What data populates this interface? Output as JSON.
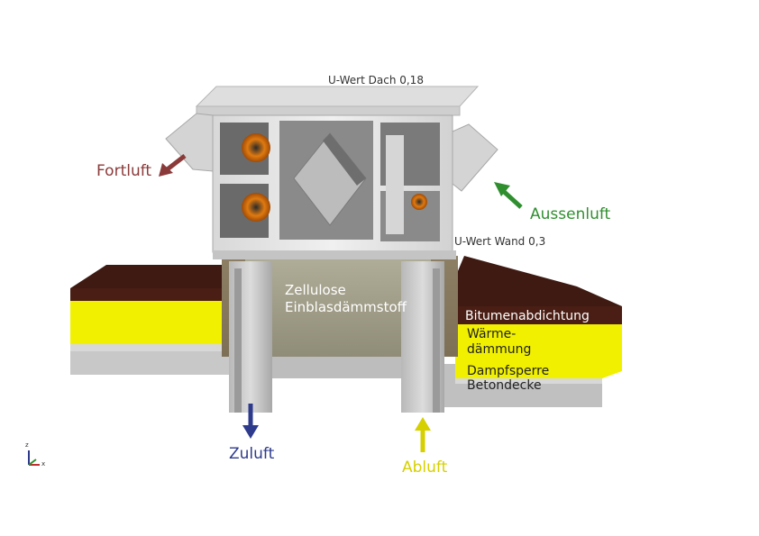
{
  "labels": {
    "roof_u_value": "U-Wert Dach 0,18",
    "wall_u_value": "U-Wert Wand 0,3",
    "exhaust_out": "Fortluft",
    "outside_air": "Aussenluft",
    "supply_air": "Zuluft",
    "extract_air": "Abluft",
    "insulation_fill_line1": "Zellulose",
    "insulation_fill_line2": "Einblasdämmstoff",
    "layer_bitumen": "Bitumenabdichtung",
    "layer_thermal_line1": "Wärme-",
    "layer_thermal_line2": "dämmung",
    "layer_vapor": "Dampfsperre",
    "layer_concrete": "Betondecke"
  },
  "colors": {
    "exhaust_out": "#8b3a3a",
    "outside_air": "#2f8f2f",
    "supply_air": "#2e3a8c",
    "extract_air": "#d6d000",
    "bitumen": "#4a1e14",
    "thermal_insulation": "#f0f000",
    "concrete": "#c8c8c8",
    "cellulose": "#9d9a86",
    "unit_casing": "#e6e6e6"
  },
  "axis_triad": {
    "z": "z",
    "x": "x"
  }
}
